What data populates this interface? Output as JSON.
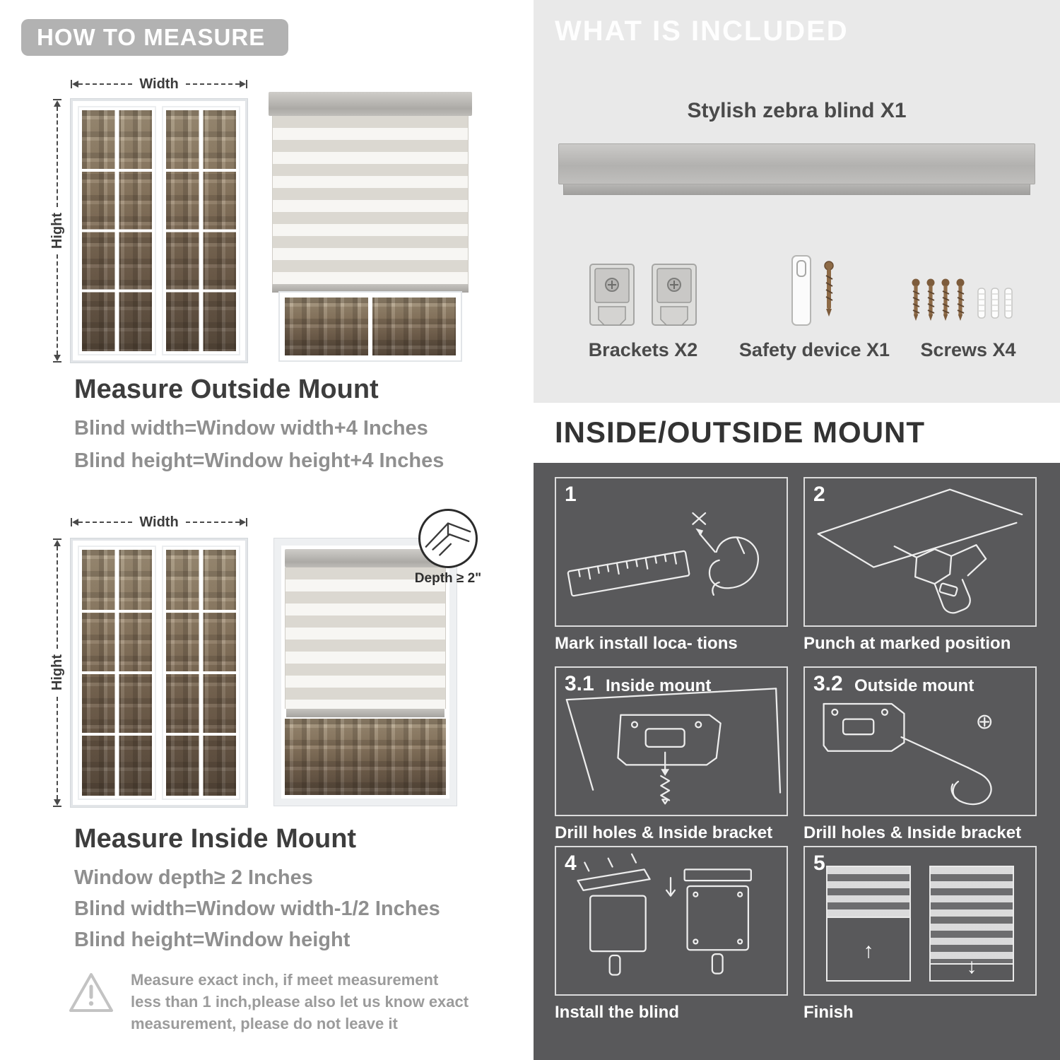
{
  "left": {
    "banner_title": "HOW TO MEASURE",
    "outside": {
      "width_label": "Width",
      "height_label": "Hight",
      "heading": "Measure Outside Mount",
      "lines": [
        "Blind width=Window width+4 Inches",
        "Blind height=Window height+4 Inches"
      ]
    },
    "inside": {
      "width_label": "Width",
      "height_label": "Hight",
      "depth_callout": "Depth ≥ 2\"",
      "heading": "Measure Inside Mount",
      "lines": [
        "Window depth≥ 2 Inches",
        "Blind width=Window width-1/2 Inches",
        "Blind height=Window height"
      ]
    },
    "warning_note": "Measure exact inch, if meet measurement less than 1 inch,please also let us know exact measurement, please do not leave it"
  },
  "right": {
    "included": {
      "title": "WHAT IS INCLUDED",
      "blind_label": "Stylish zebra blind X1",
      "items": [
        {
          "label": "Brackets X2",
          "icon": "brackets-icon"
        },
        {
          "label": "Safety device X1",
          "icon": "safety-device-icon"
        },
        {
          "label": "Screws X4",
          "icon": "screws-icon"
        }
      ]
    },
    "mount": {
      "title": "INSIDE/OUTSIDE MOUNT",
      "up_arrow": "↑",
      "down_arrow": "↓",
      "steps": [
        {
          "num": "1",
          "caption": "Mark install loca- tions"
        },
        {
          "num": "2",
          "caption": "Punch at  marked position"
        },
        {
          "num": "3.1",
          "label": "Inside mount",
          "caption": "Drill holes &  Inside bracket"
        },
        {
          "num": "3.2",
          "label": "Outside mount",
          "caption": "Drill holes &  Inside bracket"
        },
        {
          "num": "4",
          "caption": "Install the blind"
        },
        {
          "num": "5",
          "caption": "Finish"
        }
      ]
    }
  }
}
